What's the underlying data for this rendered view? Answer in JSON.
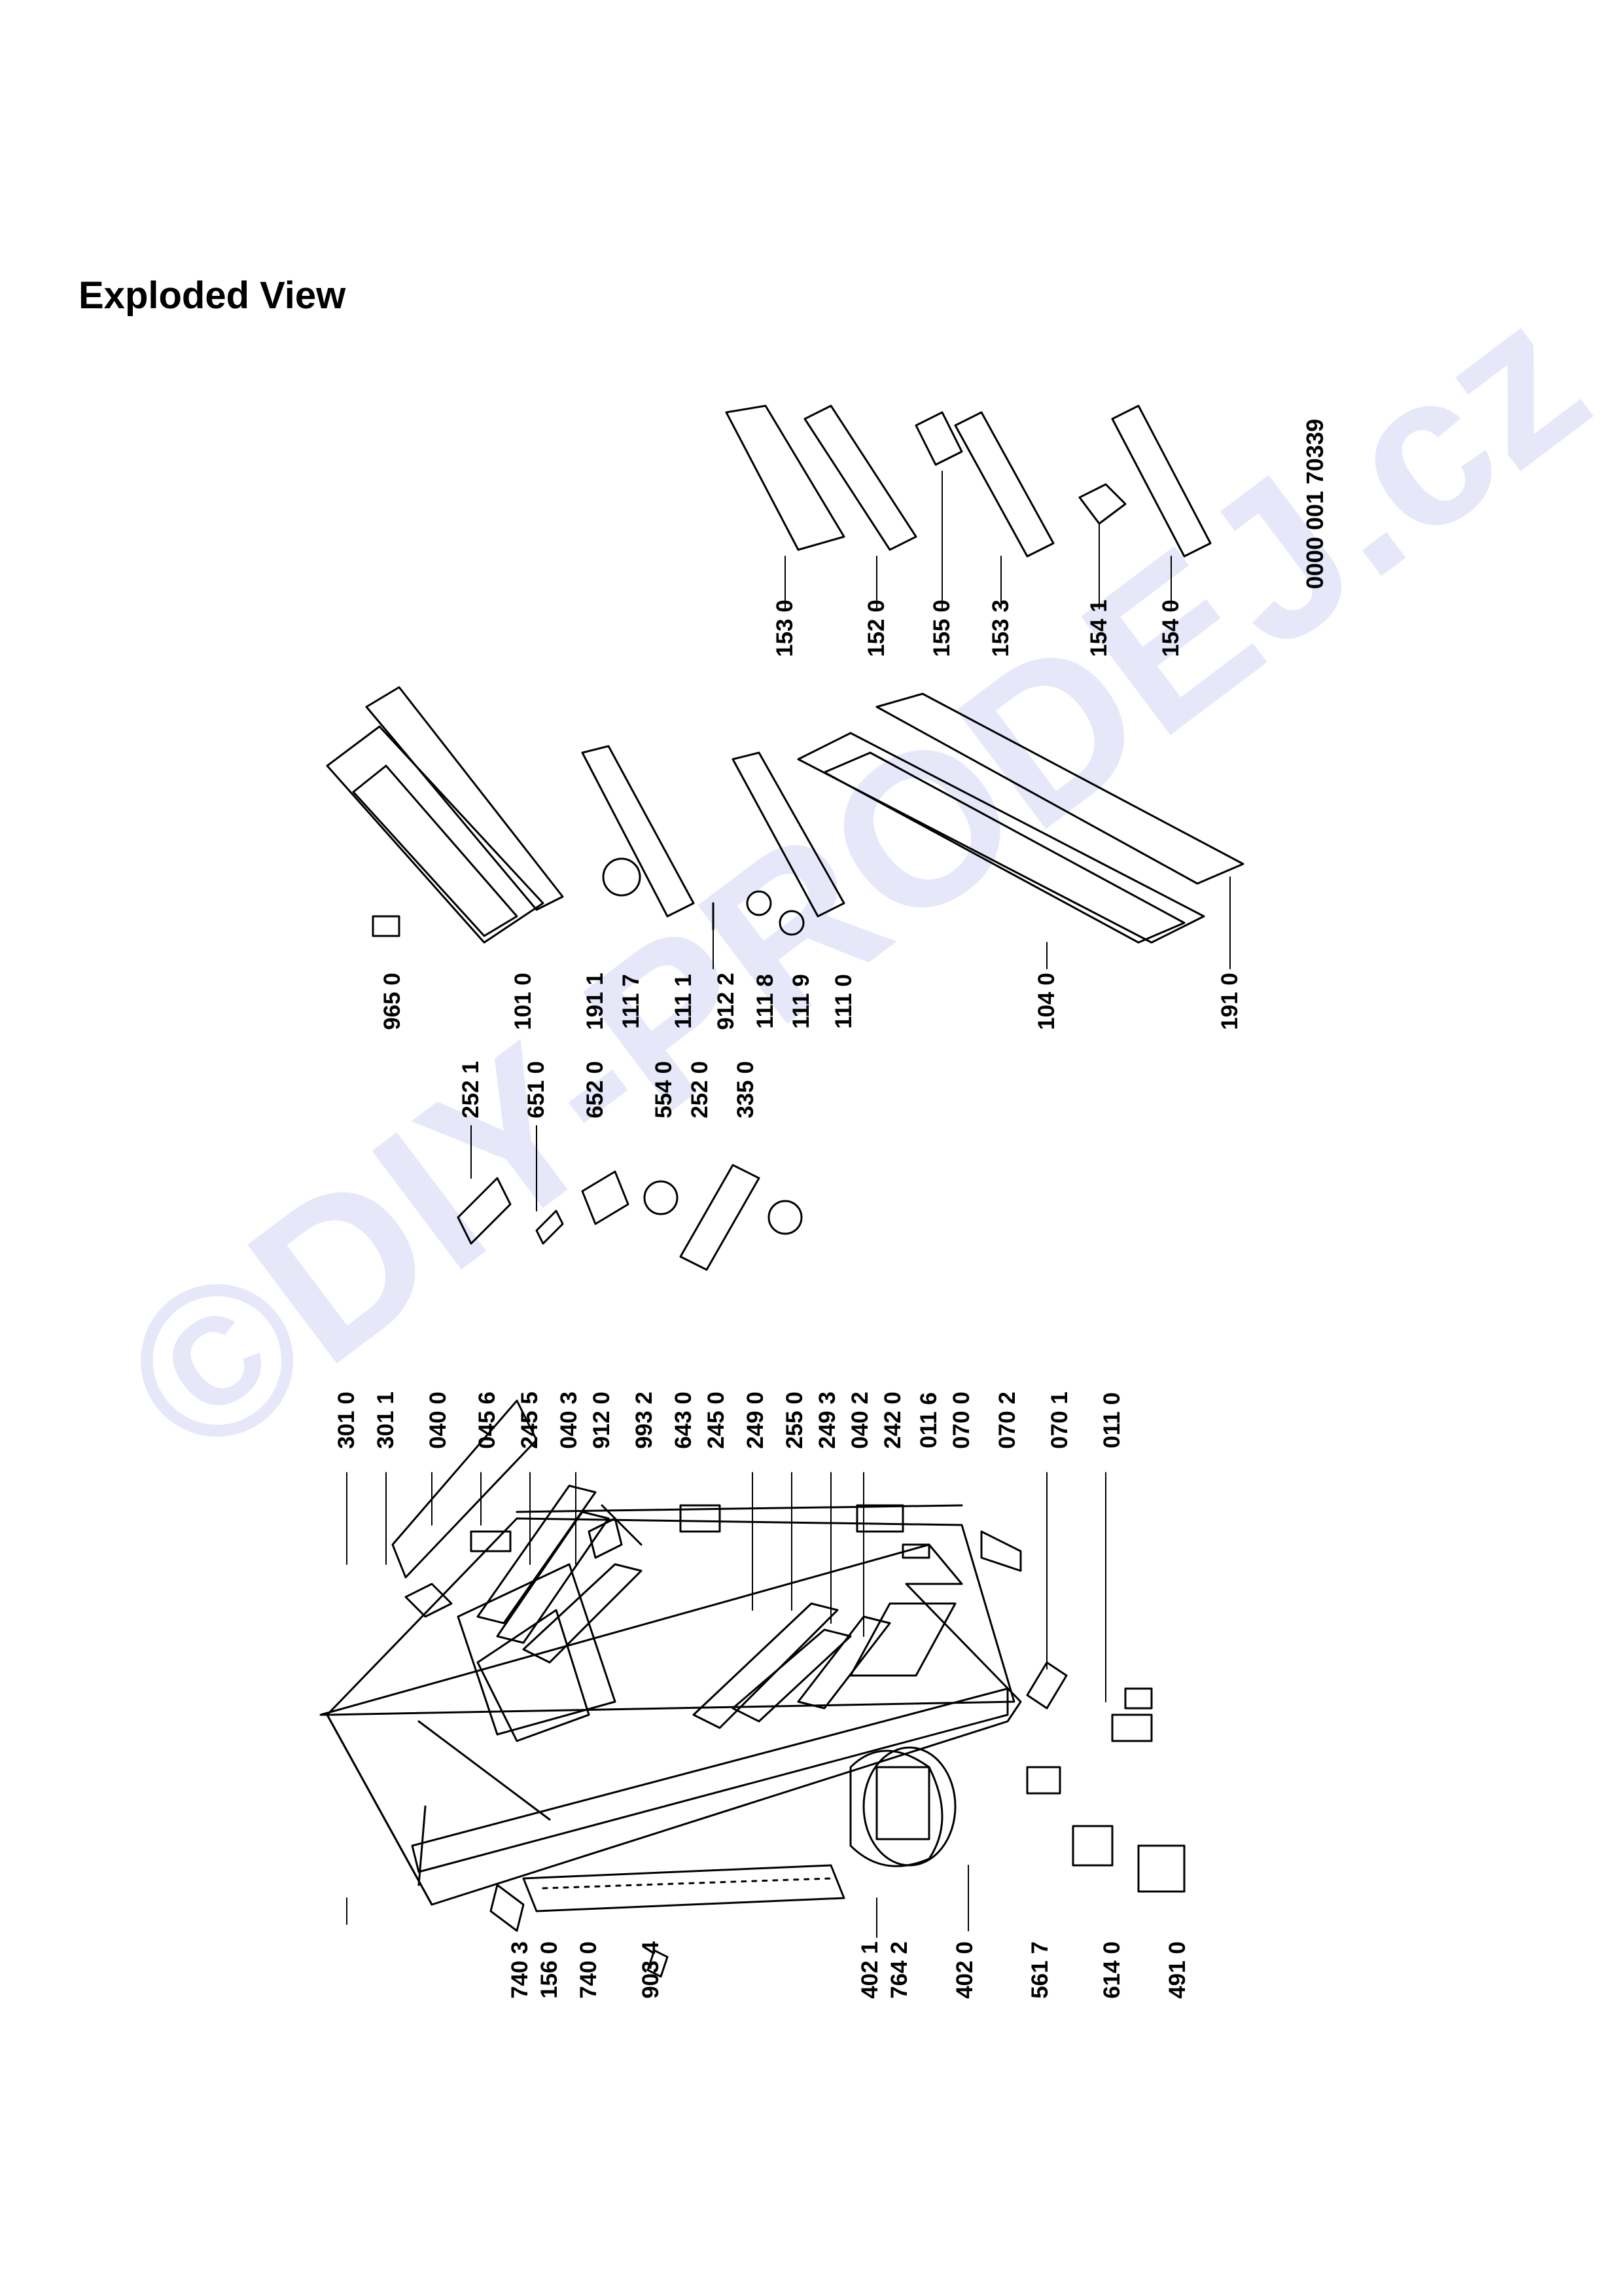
{
  "page": {
    "title": "Exploded View",
    "watermark": "©DIY-PRODEJ.cz",
    "drawing_code": "0000 001 70339"
  },
  "colors": {
    "ink": "#000000",
    "watermark": "#e6e8fa",
    "background": "#ffffff"
  },
  "labels": {
    "l_3010": "301 0",
    "l_3011": "301 1",
    "l_0400": "040 0",
    "l_0456": "045 6",
    "l_2455": "245 5",
    "l_0403": "040 3",
    "l_9120": "912 0",
    "l_9932": "993 2",
    "l_6430": "643 0",
    "l_2450": "245 0",
    "l_2490": "249 0",
    "l_2550": "255 0",
    "l_2493": "249 3",
    "l_0402": "040 2",
    "l_2420": "242 0",
    "l_0116": "011 6",
    "l_0700": "070 0",
    "l_0702": "070 2",
    "l_0701": "070 1",
    "l_0110": "011 0",
    "l_7403": "740 3",
    "l_1560": "156 0",
    "l_7400": "740 0",
    "l_9034": "903 4",
    "l_4021": "402 1",
    "l_7642": "764 2",
    "l_4020": "402 0",
    "l_5617": "561 7",
    "l_6140": "614 0",
    "l_4910": "491 0",
    "l_2521": "252 1",
    "l_6510": "651 0",
    "l_6520": "652 0",
    "l_5540": "554 0",
    "l_2520": "252 0",
    "l_3350": "335 0",
    "l_9650": "965 0",
    "l_1010": "101 0",
    "l_1911": "191 1",
    "l_1117": "111 7",
    "l_1111": "111 1",
    "l_9122": "912 2",
    "l_1118": "111 8",
    "l_1119": "111 9",
    "l_1110": "111 0",
    "l_1040": "104 0",
    "l_1910": "191 0",
    "l_1530": "153 0",
    "l_1520": "152 0",
    "l_1550": "155 0",
    "l_1533": "153 3",
    "l_1541": "154 1",
    "l_1540": "154 0"
  }
}
